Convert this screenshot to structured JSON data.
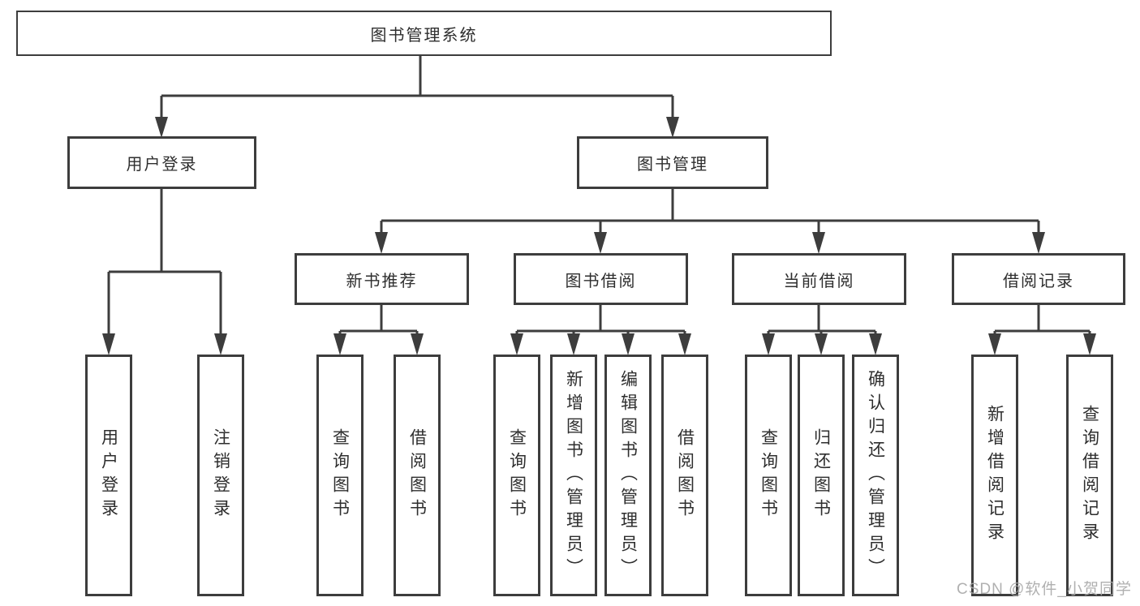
{
  "diagram": {
    "root": {
      "label": "图书管理系统"
    },
    "branches": [
      {
        "label": "用户登录",
        "children": [
          {
            "label": "用户登录"
          },
          {
            "label": "注销登录"
          }
        ]
      },
      {
        "label": "图书管理",
        "children": [
          {
            "label": "新书推荐",
            "children": [
              {
                "label": "查询图书"
              },
              {
                "label": "借阅图书"
              }
            ]
          },
          {
            "label": "图书借阅",
            "children": [
              {
                "label": "查询图书"
              },
              {
                "label": "新增图书（管理员）"
              },
              {
                "label": "编辑图书（管理员）"
              },
              {
                "label": "借阅图书"
              }
            ]
          },
          {
            "label": "当前借阅",
            "children": [
              {
                "label": "查询图书"
              },
              {
                "label": "归还图书"
              },
              {
                "label": "确认归还（管理员）"
              }
            ]
          },
          {
            "label": "借阅记录",
            "children": [
              {
                "label": "新增借阅记录"
              },
              {
                "label": "查询借阅记录"
              }
            ]
          }
        ]
      }
    ]
  },
  "watermark": {
    "text": "CSDN @软件_小贺同学"
  },
  "colors": {
    "line": "#3d3d3d",
    "text": "#2e2e2e",
    "background": "#ffffff",
    "watermark": "#a8a8a8"
  }
}
